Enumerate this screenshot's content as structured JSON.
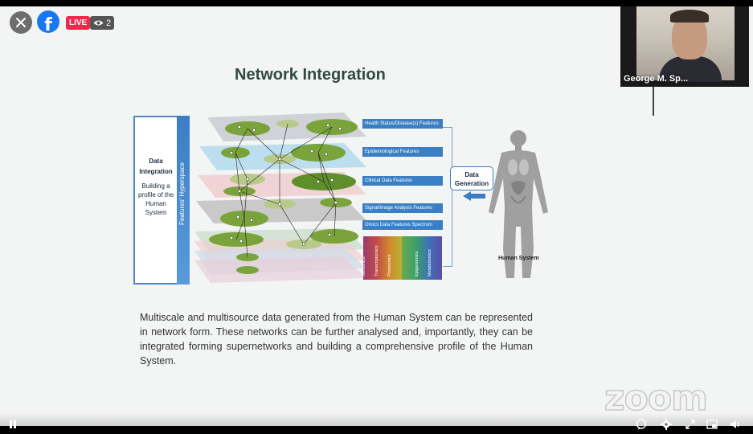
{
  "overlay": {
    "live_label": "LIVE",
    "viewer_count": "2"
  },
  "presenter": {
    "name": "George M. Sp..."
  },
  "slide": {
    "title": "Network Integration",
    "data_integration_heading": "Data Integration",
    "data_integration_subtext": "Building a profile of the Human System",
    "hyperspace_label": "Features' Hyperspace",
    "feature_labels": [
      "Health Status/Disease(s) Features",
      "Epidemiological Features",
      "Clinical Data Features",
      "Signal/Image Analysis Features",
      "Omics Data Features Spectrum"
    ],
    "omics": [
      "Genomics",
      "Transcriptomics",
      "Proteomics",
      "Epigenomics",
      "Metabolomics"
    ],
    "omics_colors": [
      "#9a3b6e",
      "#d0862c",
      "#b8b231",
      "#3aa06c",
      "#3f6fb8",
      "#5b4ea2"
    ],
    "data_generation": "Data Generation",
    "human_label": "Human System",
    "caption": "Multiscale and multisource data generated from the Human System can be represented in network form. These networks can be further analysed and, importantly, they can be integrated forming supernetworks and building a comprehensive profile of the Human System."
  },
  "watermark": "zoom",
  "icons": {
    "close": "close-icon",
    "facebook": "facebook-logo-icon",
    "eye": "eye-icon",
    "pause": "pause-icon",
    "comment": "comment-icon",
    "settings": "gear-icon",
    "expand": "expand-icon",
    "pip": "picture-in-picture-icon",
    "volume": "volume-icon"
  },
  "colors": {
    "accent_blue": "#3a7fc4",
    "live_red": "#f0284a",
    "facebook_blue": "#1877f2",
    "title_green": "#2f4a3e"
  }
}
